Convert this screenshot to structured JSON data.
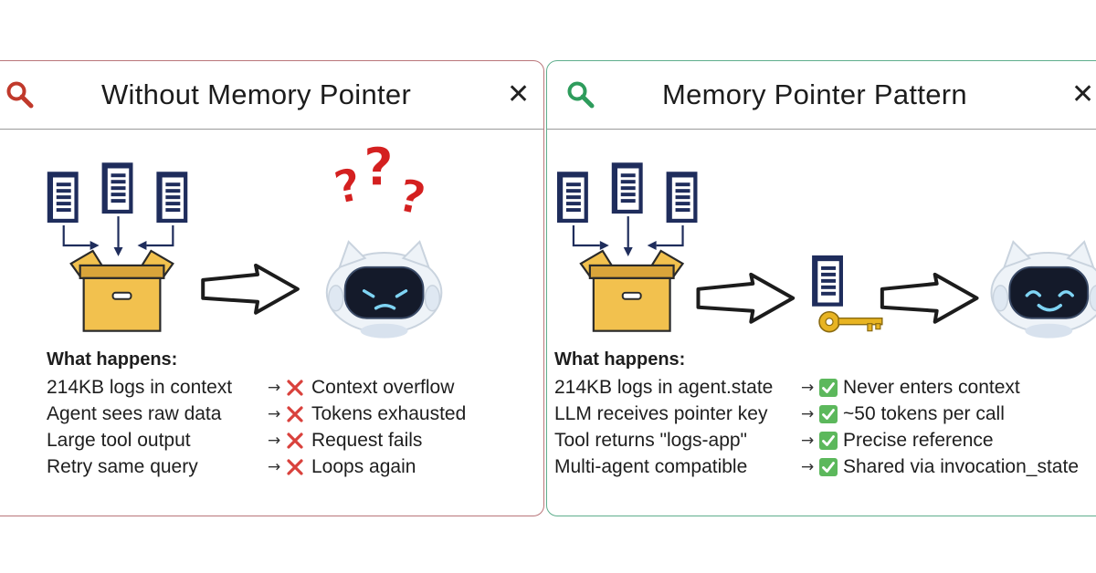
{
  "colors": {
    "left_border": "#b9767a",
    "right_border": "#5fae8d",
    "left_search_icon": "#c0392b",
    "right_search_icon": "#2e9c5c",
    "fail_mark": "#d9413c",
    "success_mark": "#5cb85c",
    "document_navy": "#1f2d5c",
    "box_gold": "#f2c14e",
    "question_red": "#d42020",
    "key_gold": "#e8b422"
  },
  "left": {
    "title": "Without Memory Pointer",
    "close_glyph": "✕",
    "heading": "What happens:",
    "rows": [
      {
        "cause": "214KB logs in context",
        "arrow": "→",
        "effect": "Context overflow"
      },
      {
        "cause": "Agent sees raw data",
        "arrow": "→",
        "effect": "Tokens exhausted"
      },
      {
        "cause": "Large tool output",
        "arrow": "→",
        "effect": "Request fails"
      },
      {
        "cause": "Retry same query",
        "arrow": "→",
        "effect": "Loops again"
      }
    ]
  },
  "right": {
    "title": "Memory Pointer Pattern",
    "close_glyph": "✕",
    "heading": "What happens:",
    "rows": [
      {
        "cause": "214KB logs in agent.state",
        "arrow": "→",
        "effect": "Never enters context"
      },
      {
        "cause": "LLM receives pointer key",
        "arrow": "→",
        "effect": "~50 tokens per call"
      },
      {
        "cause": "Tool returns \"logs-app\"",
        "arrow": "→",
        "effect": "Precise reference"
      },
      {
        "cause": "Multi-agent compatible",
        "arrow": "→",
        "effect": "Shared via invocation_state"
      }
    ]
  }
}
